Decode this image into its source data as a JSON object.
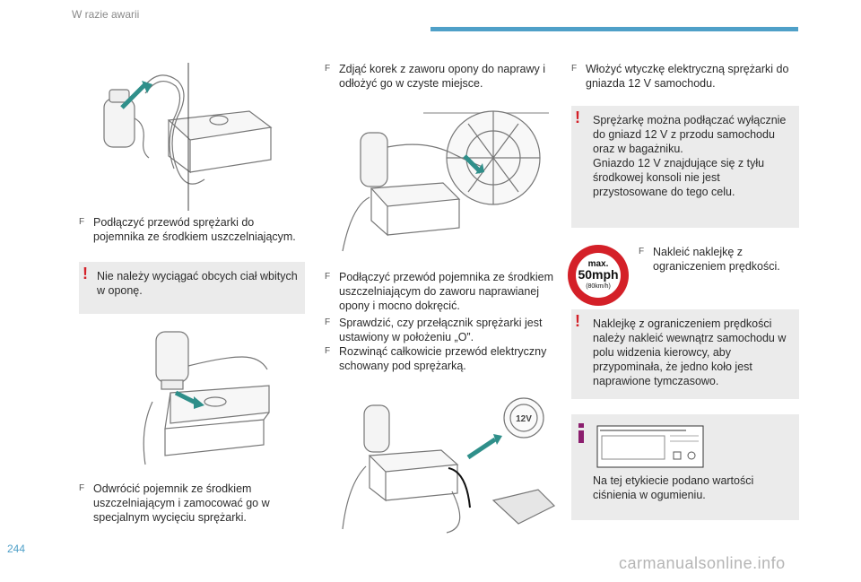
{
  "header": {
    "section_title": "W razie awarii"
  },
  "page_number": "244",
  "watermark": "carmanualsonline.info",
  "bullet_mark": "F",
  "col1": {
    "step1": "Podłączyć przewód sprężarki do pojemnika ze środkiem uszczelniającym.",
    "warning1": "Nie należy wyciągać obcych ciał wbitych w oponę.",
    "step2": "Odwrócić pojemnik ze środkiem uszczelniającym i zamocować go w specjalnym wycięciu sprężarki."
  },
  "col2": {
    "step1": "Zdjąć korek z zaworu opony do naprawy i odłożyć go w czyste miejsce.",
    "step2": "Podłączyć przewód pojemnika ze środkiem uszczelniającym do zaworu naprawianej opony i mocno dokręcić.",
    "step3": "Sprawdzić, czy przełącznik sprężarki jest ustawiony w położeniu „O”.",
    "step4": "Rozwinąć całkowicie przewód elektryczny schowany pod sprężarką.",
    "socket_label": "12V"
  },
  "col3": {
    "step1": "Włożyć wtyczkę elektryczną sprężarki do gniazda 12 V samochodu.",
    "warning1": "Sprężarkę można podłączać wyłącznie do gniazd 12 V z przodu samochodu oraz w bagażniku.\nGniazdo 12 V znajdujące się z tyłu środkowej konsoli nie jest przystosowane do tego celu.",
    "speed_sign": {
      "line1": "max.",
      "line2": "50mph",
      "line3": "(80km/h)"
    },
    "step2": "Nakleić naklejkę z ograniczeniem prędkości.",
    "warning2": "Naklejkę z ograniczeniem prędkości należy nakleić wewnątrz samochodu w polu widzenia kierowcy, aby przypominała, że jedno koło jest naprawione tymczasowo.",
    "info": "Na tej etykiecie podano wartości ciśnienia w ogumieniu."
  },
  "colors": {
    "accent": "#4fa0c8",
    "warning": "#d42028",
    "info": "#8b1e6e",
    "box_bg": "#ebebeb",
    "arrow": "#2f8f8a"
  }
}
